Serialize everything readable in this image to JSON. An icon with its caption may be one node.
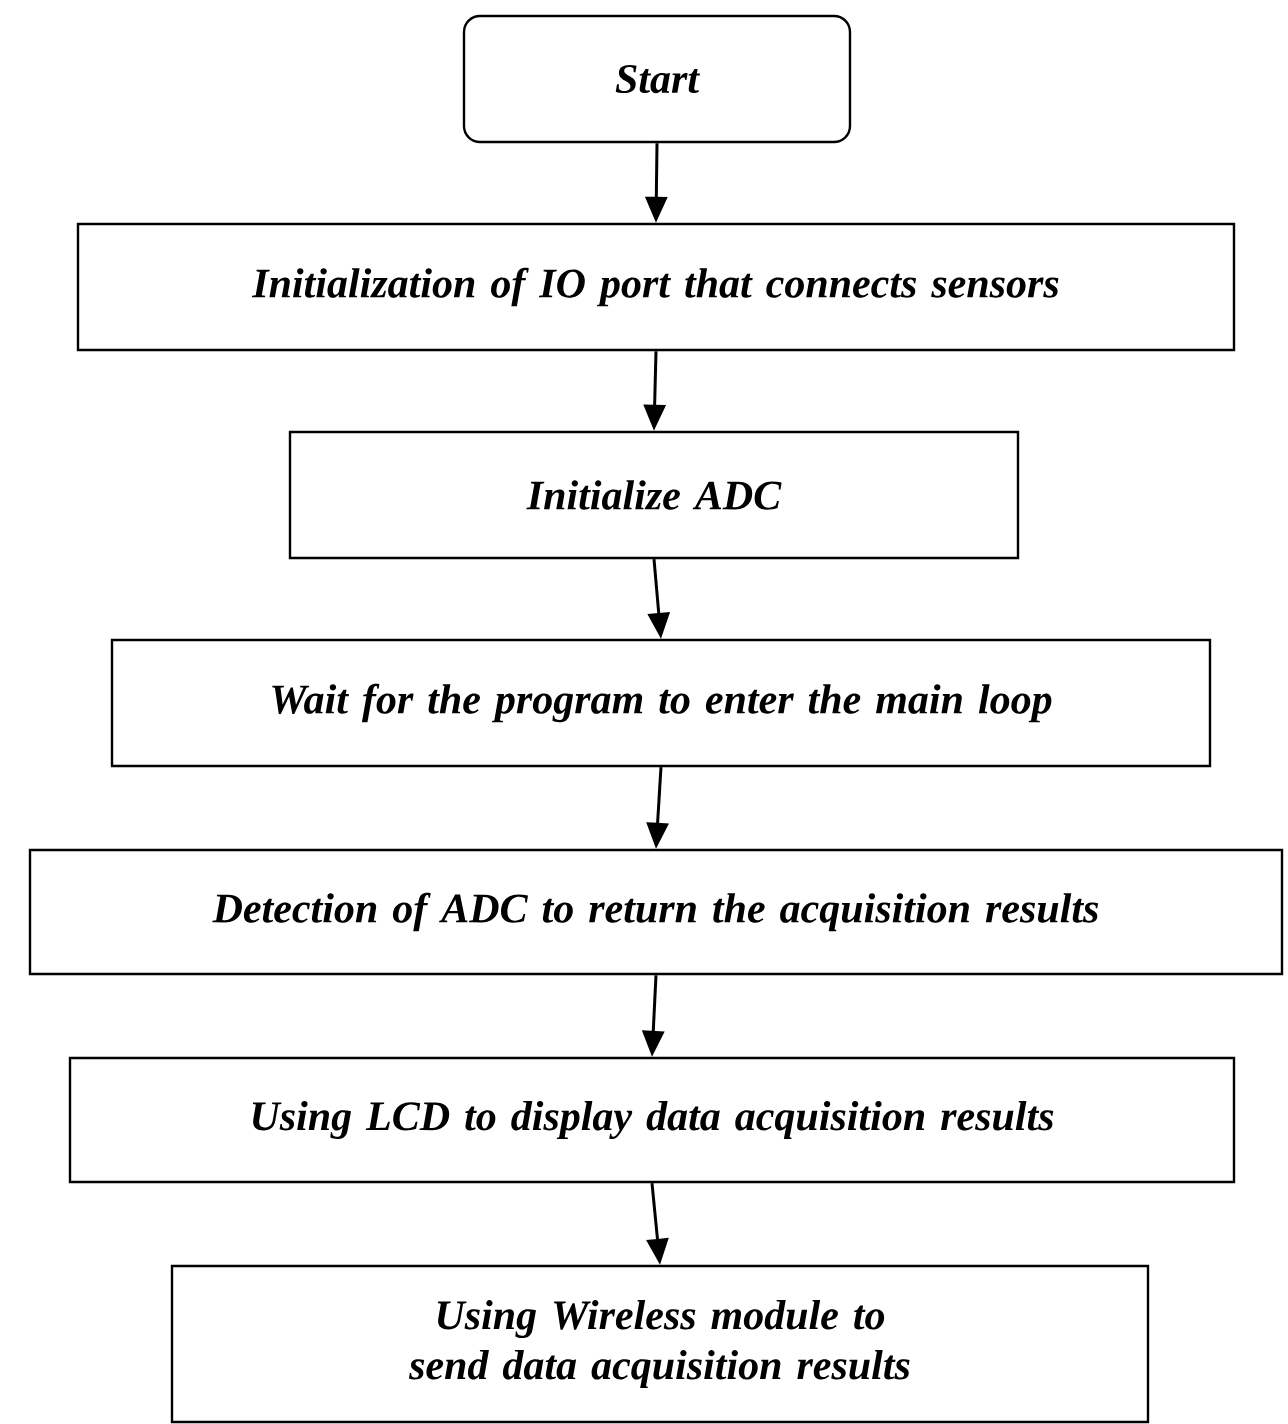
{
  "diagram": {
    "nodes": [
      {
        "text": [
          "Start"
        ]
      },
      {
        "text": [
          "Initialization of IO port that connects sensors"
        ]
      },
      {
        "text": [
          "Initialize ADC"
        ]
      },
      {
        "text": [
          "Wait for the program to enter the main loop"
        ]
      },
      {
        "text": [
          "Detection of ADC to return the acquisition results"
        ]
      },
      {
        "text": [
          "Using LCD to display data acquisition results"
        ]
      },
      {
        "text": [
          "Using Wireless module to send data acquisition results"
        ]
      }
    ],
    "edges": [
      {
        "from": 0,
        "to": 1,
        "arrow": "to"
      },
      {
        "from": 1,
        "to": 2,
        "arrow": "to"
      },
      {
        "from": 2,
        "to": 3,
        "arrow": "to"
      },
      {
        "from": 3,
        "to": 4,
        "arrow": "to"
      },
      {
        "from": 4,
        "to": 5,
        "arrow": "to"
      },
      {
        "from": 5,
        "to": 6,
        "arrow": "to"
      }
    ]
  }
}
